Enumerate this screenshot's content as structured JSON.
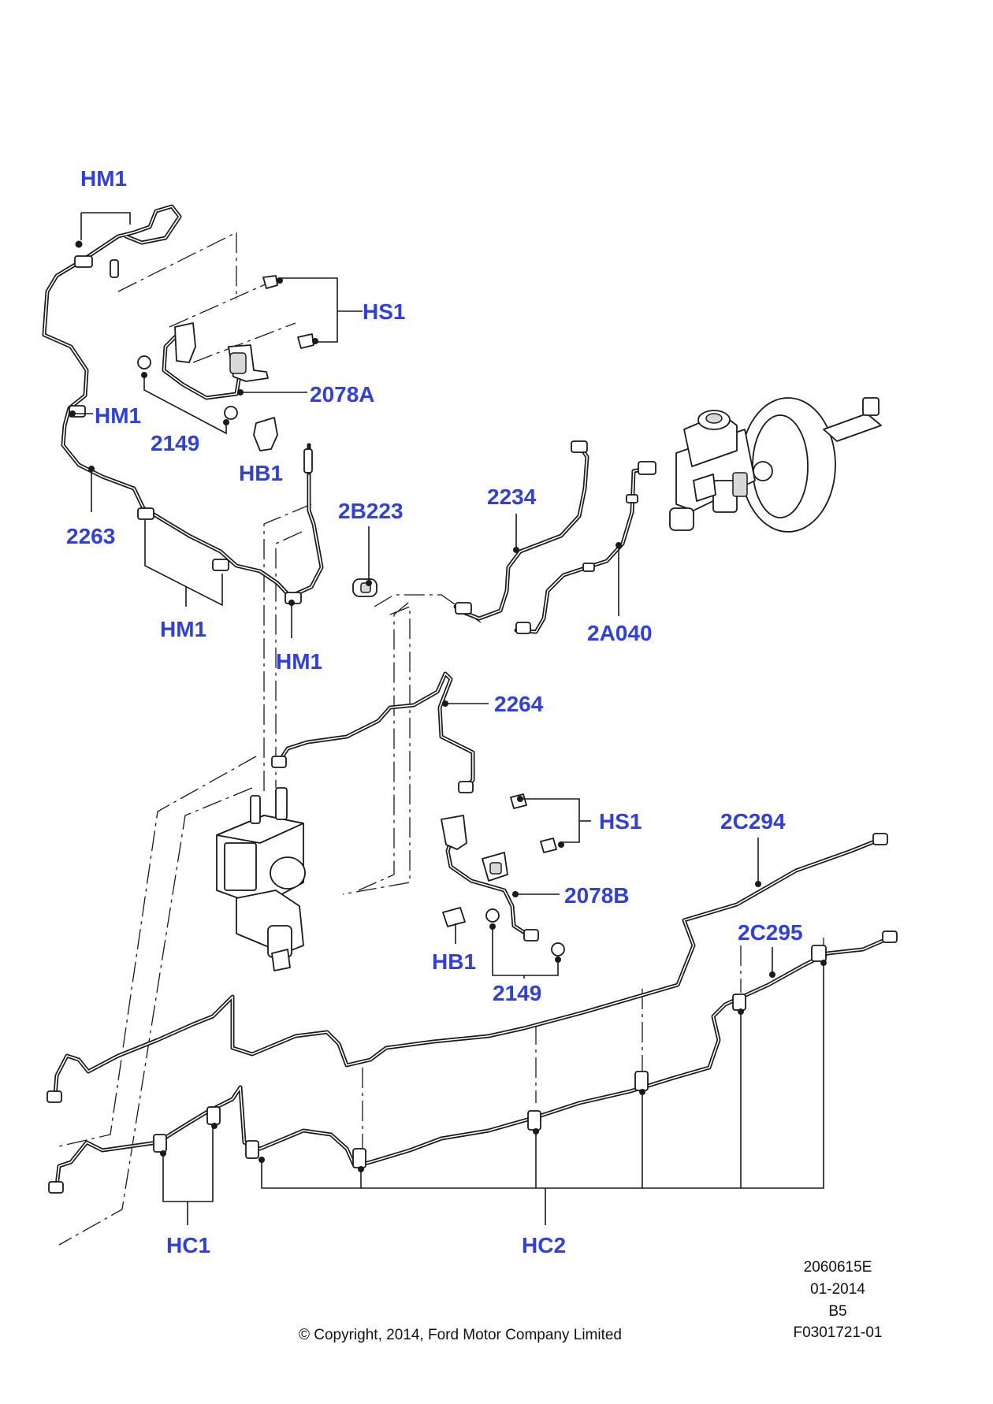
{
  "callouts": {
    "hm1_top": "HM1",
    "hs1_top": "HS1",
    "p2078a": "2078A",
    "hm1_mid": "HM1",
    "p2149_top": "2149",
    "hb1_top": "HB1",
    "p2263": "2263",
    "p2b223": "2B223",
    "p2234": "2234",
    "hm1_low_left": "HM1",
    "hm1_low_right": "HM1",
    "p2a040": "2A040",
    "p2264": "2264",
    "hs1_bottom": "HS1",
    "p2c294": "2C294",
    "p2078b": "2078B",
    "p2c295": "2C295",
    "hb1_bottom": "HB1",
    "p2149_bottom": "2149",
    "hc1": "HC1",
    "hc2": "HC2"
  },
  "footer": {
    "code1": "2060615E",
    "code2": "01-2014",
    "code3": "B5",
    "code4": "F0301721-01",
    "copyright": "© Copyright, 2014, Ford Motor Company Limited"
  },
  "colors": {
    "callout": "#2f3fe0",
    "line": "#1a1a1a"
  }
}
